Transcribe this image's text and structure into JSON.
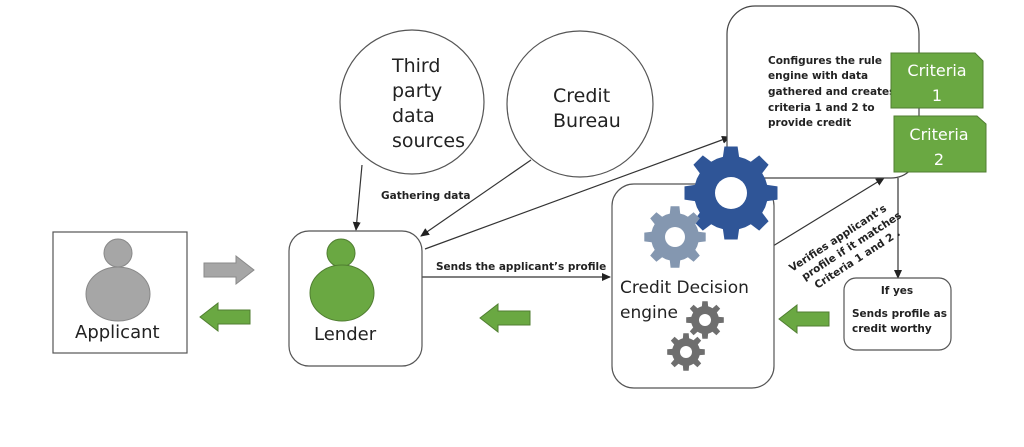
{
  "diagram": {
    "title": "Credit decision flow",
    "colors": {
      "green": "#6aa842",
      "green_dark": "#507e31",
      "gray_person": "#a6a6a6",
      "gray_arrow": "#a6a6a6",
      "blue_gear": "#2f5597",
      "light_gear": "#8497b0",
      "dark_gear": "#6e6e6e",
      "line": "#333333"
    },
    "nodes": {
      "applicant": {
        "label": "Applicant"
      },
      "lender": {
        "label": "Lender"
      },
      "third_party": {
        "lines": [
          "Third",
          "party",
          "data",
          "sources"
        ]
      },
      "credit_bureau": {
        "lines": [
          "Credit",
          "Bureau"
        ]
      },
      "rule_config": {
        "lines": [
          "Configures the rule",
          "engine with data",
          "gathered and creates",
          "criteria 1 and 2 to",
          "provide credit"
        ]
      },
      "criteria_1": {
        "lines": [
          "Criteria",
          "1"
        ]
      },
      "criteria_2": {
        "lines": [
          "Criteria",
          "2"
        ]
      },
      "decision_engine": {
        "lines": [
          "Credit Decision",
          "engine"
        ]
      },
      "result": {
        "title": "If yes",
        "lines": [
          "Sends profile as",
          "credit worthy"
        ]
      }
    },
    "edges": {
      "gathering": "Gathering data",
      "sends_profile": "Sends the applicant’s profile",
      "verifies": [
        "Verifies applicant’s",
        "profile if it matches",
        "Criteria 1 and 2 ."
      ]
    }
  }
}
